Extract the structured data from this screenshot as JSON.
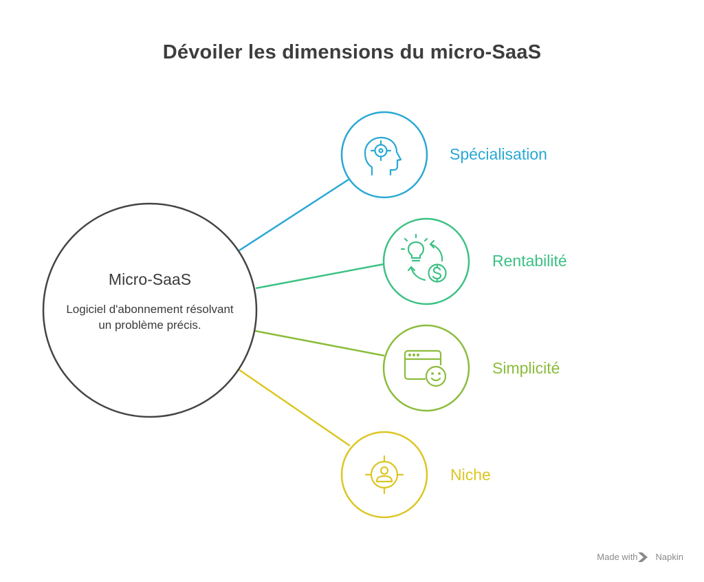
{
  "title": "Dévoiler les dimensions du micro-SaaS",
  "center": {
    "title": "Micro-SaaS",
    "description": "Logiciel d'abonnement résolvant un problème précis."
  },
  "nodes": [
    {
      "label": "Spécialisation",
      "icon": "head-target-icon",
      "color": "#29a8d4"
    },
    {
      "label": "Rentabilité",
      "icon": "idea-money-cycle-icon",
      "color": "#3cc184"
    },
    {
      "label": "Simplicité",
      "icon": "browser-smiley-icon",
      "color": "#8bbc3c"
    },
    {
      "label": "Niche",
      "icon": "user-target-icon",
      "color": "#dcc623"
    }
  ],
  "colors": {
    "center_stroke": "#444444",
    "title": "#3d3d3d"
  },
  "watermark": {
    "prefix": "Made with",
    "brand": "Napkin"
  }
}
